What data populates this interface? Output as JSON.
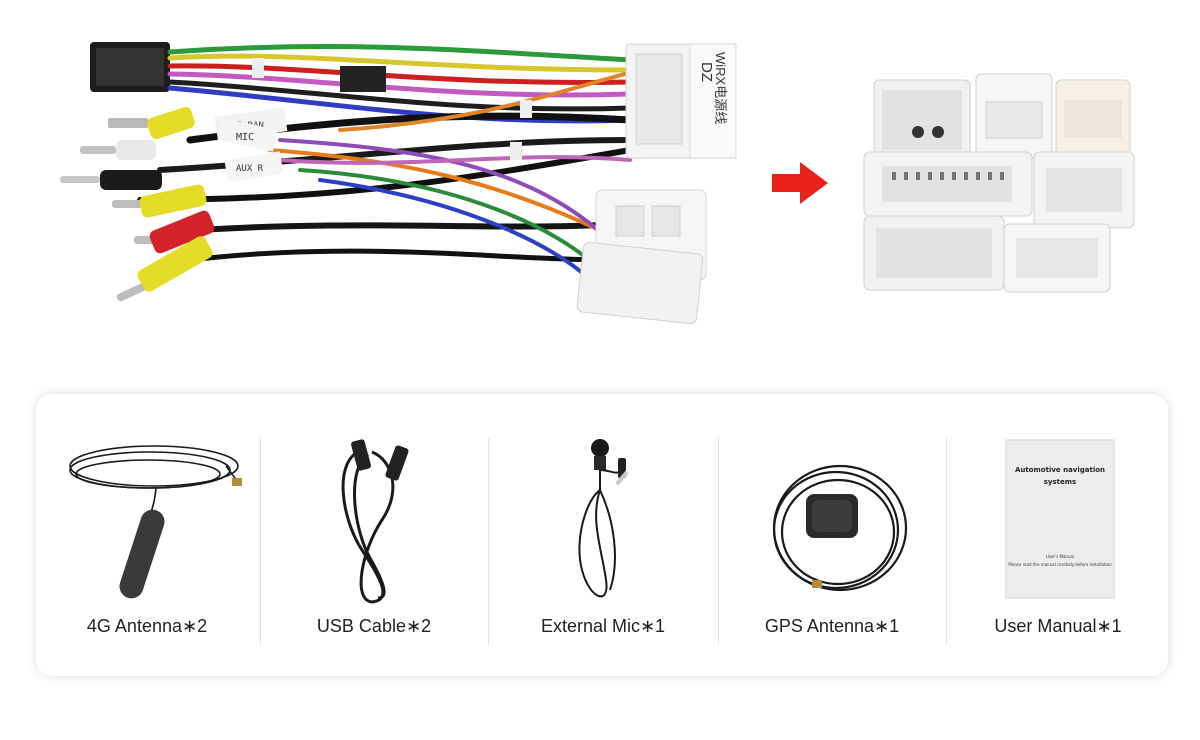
{
  "harness": {
    "connector_label": "WiRX电源线",
    "connector_code": "DZ",
    "tag_mic": "MIC",
    "tag_aux": "AUX R",
    "tag_mini": "M&R RAN"
  },
  "accessories": [
    {
      "label": "4G Antenna∗2",
      "icon": "antenna-icon"
    },
    {
      "label": "USB Cable∗2",
      "icon": "usb-cable-icon"
    },
    {
      "label": "External Mic∗1",
      "icon": "microphone-icon"
    },
    {
      "label": "GPS Antenna∗1",
      "icon": "gps-antenna-icon"
    },
    {
      "label": "User Manual∗1",
      "icon": "manual-icon"
    }
  ],
  "manual": {
    "title_line1": "Automotive navigation",
    "title_line2": "systems",
    "subtitle": "User's Manual",
    "note": "Please read the manual carefully before installation"
  },
  "colors": {
    "arrow": "#e8221b",
    "card_shadow": "#d9d9d9",
    "label_text": "#222222"
  }
}
